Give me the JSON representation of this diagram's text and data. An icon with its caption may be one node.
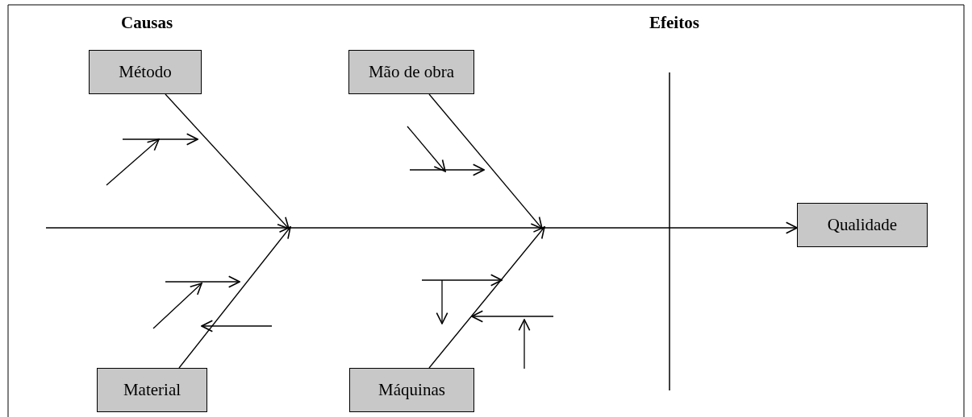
{
  "diagram": {
    "nodes": [
      {
        "text": [
          "Método"
        ]
      },
      {
        "text": [
          "Mão de obra"
        ]
      },
      {
        "text": [
          "Material"
        ]
      },
      {
        "text": [
          "Máquinas"
        ]
      },
      {
        "text": [
          "Qualidade"
        ]
      }
    ],
    "edges": [
      {
        "from": 0,
        "to": null,
        "arrow": "to"
      },
      {
        "from": 1,
        "to": null,
        "arrow": "to"
      },
      {
        "from": 2,
        "to": null,
        "arrow": "to"
      },
      {
        "from": 3,
        "to": null,
        "arrow": "to"
      },
      {
        "from": null,
        "to": 4,
        "arrow": "to"
      }
    ],
    "labels": [
      "Causas",
      "Efeitos"
    ]
  }
}
